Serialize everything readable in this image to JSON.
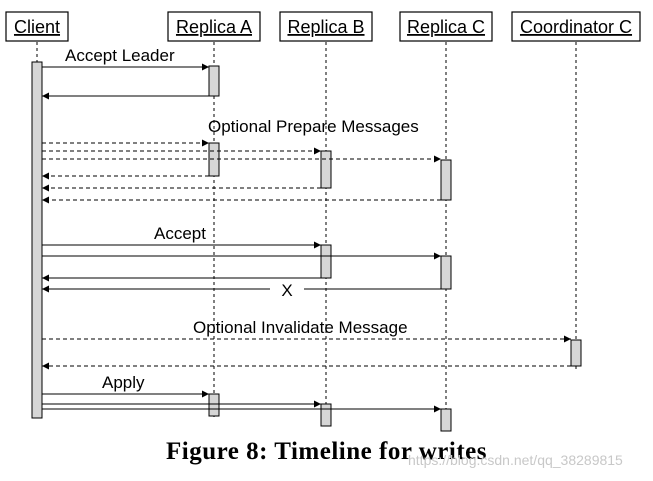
{
  "participants": [
    "Client",
    "Replica A",
    "Replica B",
    "Replica C",
    "Coordinator C"
  ],
  "phases": {
    "accept_leader": "Accept Leader",
    "optional_prepare": "Optional Prepare Messages",
    "accept": "Accept",
    "lost_marker": "X",
    "optional_invalidate": "Optional Invalidate Message",
    "apply": "Apply"
  },
  "caption": "Figure 8: Timeline for writes",
  "watermark": "https://blog.csdn.net/qq_38289815"
}
